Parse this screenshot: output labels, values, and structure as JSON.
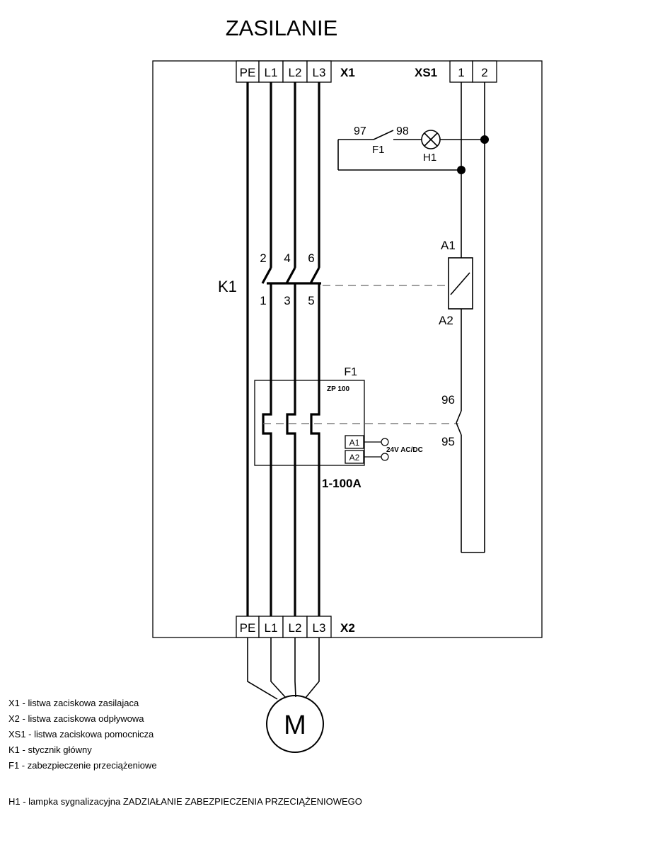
{
  "title": "ZASILANIE",
  "terminals": {
    "x1": {
      "name": "X1",
      "cells": [
        "PE",
        "L1",
        "L2",
        "L3"
      ]
    },
    "x2": {
      "name": "X2",
      "cells": [
        "PE",
        "L1",
        "L2",
        "L3"
      ]
    },
    "xs1": {
      "name": "XS1",
      "cells": [
        "1",
        "2"
      ]
    }
  },
  "contactor": {
    "name": "K1",
    "top_terminals": [
      "2",
      "4",
      "6"
    ],
    "bottom_terminals": [
      "1",
      "3",
      "5"
    ],
    "coil_top": "A1",
    "coil_bottom": "A2"
  },
  "overload": {
    "name": "F1",
    "model": "ZP 100",
    "range": "1-100A",
    "supply_terminals": [
      "A1",
      "A2"
    ],
    "supply": "24V AC/DC",
    "aux_contact_top": "96",
    "aux_contact_bottom": "95"
  },
  "signal_circuit": {
    "contact_left": "97",
    "contact_right": "98",
    "contact_name": "F1",
    "lamp_name": "H1"
  },
  "motor": {
    "label": "M"
  },
  "legend": [
    "X1 - listwa zaciskowa zasilajaca",
    "X2 - listwa zaciskowa odpływowa",
    "XS1 - listwa zaciskowa pomocnicza",
    "K1 - stycznik główny",
    "F1 - zabezpieczenie przeciążeniowe"
  ],
  "footnote": "H1 - lampka sygnalizacyjna ZADZIAŁANIE ZABEZPIECZENIA PRZECIĄŻENIOWEGO"
}
